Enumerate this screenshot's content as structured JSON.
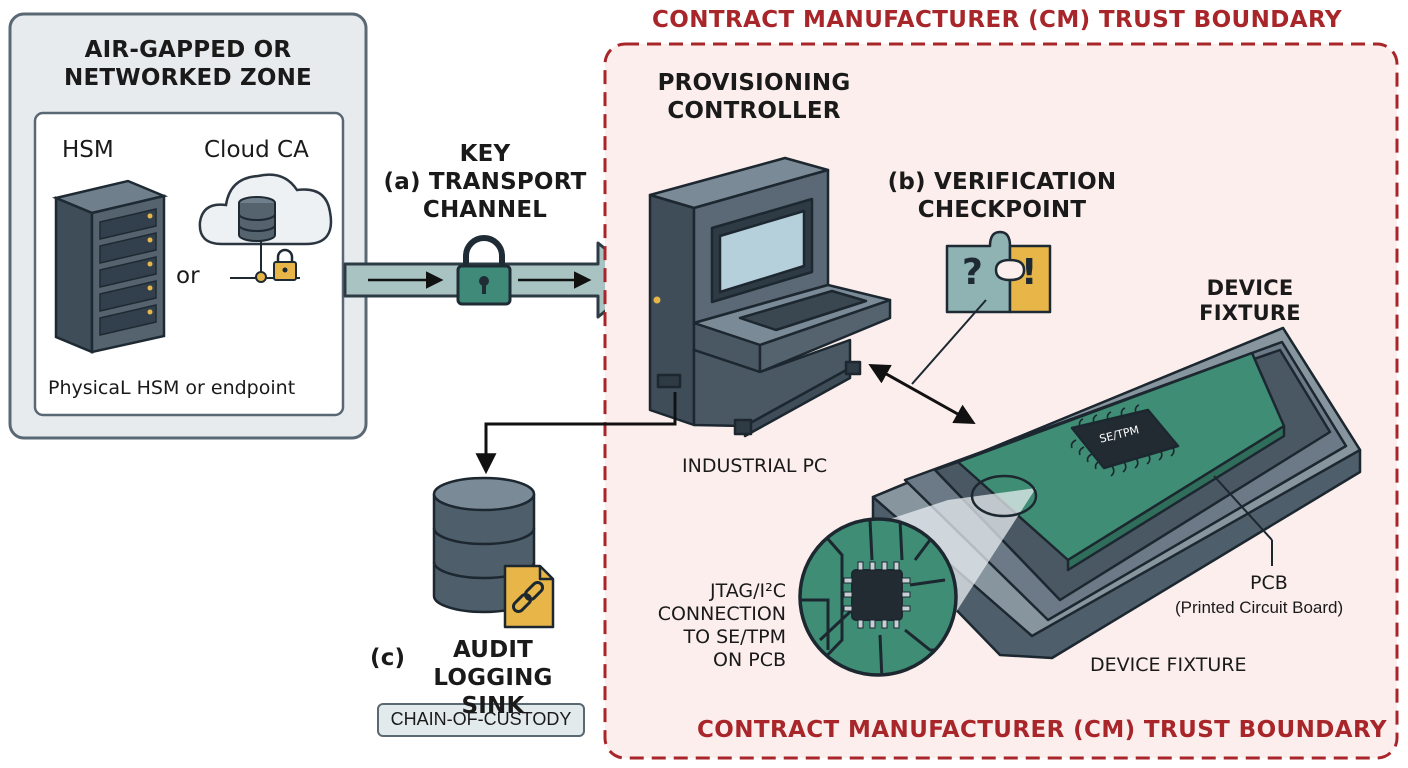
{
  "zone": {
    "title": "AIR-GAPPED OR\nNETWORKED ZONE",
    "hsm_label": "HSM",
    "cloud_label": "Cloud CA",
    "or_label": "or",
    "caption": "PhysicaL HSM or endpoint"
  },
  "transport": {
    "title": "KEY\n(a) TRANSPORT\nCHANNEL"
  },
  "boundary": {
    "title_top": "CONTRACT MANUFACTURER (CM) TRUST BOUNDARY",
    "title_bottom": "CONTRACT MANUFACTURER (CM) TRUST BOUNDARY"
  },
  "controller": {
    "title": "PROVISIONING\nCONTROLLER",
    "caption": "INDUSTRIAL PC"
  },
  "verification": {
    "title": "(b) VERIFICATION\nCHECKPOINT",
    "q": "?",
    "bang": "!"
  },
  "fixture": {
    "title": "DEVICE\nFIXTURE",
    "caption": "DEVICE FIXTURE",
    "chip_label": "SE/TPM",
    "pcb_label": "PCB",
    "pcb_sub": "(Printed Circuit Board)",
    "jtag_label": "JTAG/I²C\nCONNECTION\nTO SE/TPM\nON PCB"
  },
  "audit": {
    "prefix": "(c)",
    "title": "AUDIT\nLOGGING SINK",
    "badge": "CHAIN-OF-CUSTODY"
  },
  "colors": {
    "boundary_red": "#a8262a",
    "boundary_fill": "#fbeeec",
    "zone_fill": "#e7ebee",
    "steel": "#4f5e6b",
    "teal": "#3f8a78",
    "pcb_green": "#3e8d74",
    "amber": "#e8b648"
  }
}
